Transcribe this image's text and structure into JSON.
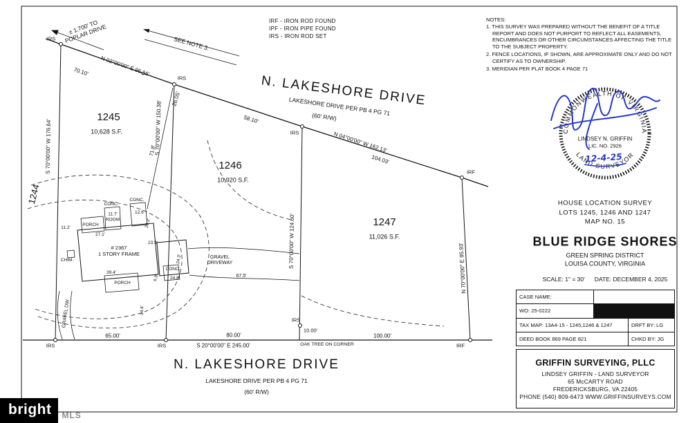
{
  "watermark": {
    "brand": "bright",
    "suffix": "MLS"
  },
  "legend": {
    "items": [
      "IRF - IRON ROD FOUND",
      "IPF - IRON PIPE FOUND",
      "IRS - IRON ROD SET"
    ]
  },
  "notes": {
    "heading": "NOTES:",
    "items": [
      "1. THIS SURVEY WAS PREPARED WITHOUT THE BENEFIT OF A TITLE REPORT AND DOES NOT PURPORT TO REFLECT ALL EASEMENTS, ENCUMBRANCES OR OTHER CIRCUMSTANCES AFFECTING THE TITLE TO THE SUBJECT PROPERTY.",
      "2. FENCE LOCATIONS, IF SHOWN, ARE APPROXIMATE ONLY AND DO NOT CERTIFY AS TO OWNERSHIP.",
      "3. MERIDIAN PER PLAT BOOK 4 PAGE 71"
    ]
  },
  "roads": {
    "top": {
      "title": "N. LAKESHORE DRIVE",
      "sub": "LAKESHORE DRIVE PER PB 4 PG 71",
      "rw": "(60' R/W)"
    },
    "bottom": {
      "title": "N. LAKESHORE DRIVE",
      "sub": "LAKESHORE DRIVE PER PB 4 PG 71",
      "rw": "(60' R/W)"
    },
    "to_poplar": "± 1,700' TO\nPOPLAR DRIVE",
    "see_note": "SEE NOTE 3."
  },
  "bearings": {
    "road_ne": "N 02°00'00\" E  96.16'",
    "road_ne_d1": "70.10'",
    "road_ne_d2": "26.05'",
    "road_nw": "N 04°00'00\" W  162.13'",
    "road_nw_d1": "58.10'",
    "road_nw_d2": "104.03'",
    "west_line": "S 70°00'00\" W  176.64'",
    "lot_line_1245_1246": "S 70°00'00\" W  150.38'",
    "lot_line_1246_1247": "S 70°00'00\" W  124.60'",
    "east_line": "N 70°00'00\" E  95.93'",
    "south_line": "S 20°00'00\" E  245.00'",
    "south_d1": "65.00'",
    "south_d2": "80.00'",
    "south_d3": "100.00'",
    "oak_offset": "10.00'",
    "house_tie": "71.8'"
  },
  "markers": {
    "irs": "IRS",
    "irf": "IRF",
    "oak": "OAK TREE ON CORNER"
  },
  "lots": {
    "l1245": {
      "id": "1245",
      "area": "10,628 S.F."
    },
    "l1246": {
      "id": "1246",
      "area": "10,920 S.F."
    },
    "l1247": {
      "id": "1247",
      "area": "11,026 S.F."
    },
    "adjacent": "1244"
  },
  "house": {
    "id": "# 2367\n1 STORY FRAME",
    "porch": "PORCH",
    "conc": "CONC.",
    "chim": "CHIM.",
    "room": "11.7'\nROOM",
    "dims": {
      "w_offset": "11.2'",
      "front": "27.1'",
      "d12_6": "12.6'",
      "d20_2": "20.2'",
      "d23_9": "23.9'",
      "d24_3": "24.3'",
      "d24_8": "24.8'",
      "d6_9": "6.9'",
      "rear": "39.4'",
      "side": "34.4'",
      "drive": "67.5'"
    }
  },
  "site": {
    "gravel_driveway": "GRAVEL\nDRIVEWAY",
    "gravel_dw": "GRAVEL DW"
  },
  "seal": {
    "ring_top": "COMMONWEALTH OF VIRGINIA",
    "ring_bottom": "LAND SURVEYOR",
    "name": "LINDSEY N. GRIFFIN",
    "lic": "LIC. NO. 2926",
    "date": "12-4-25"
  },
  "title_block": {
    "line1": "HOUSE LOCATION SURVEY",
    "line2": "LOTS 1245, 1246 AND 1247",
    "line3": "MAP NO. 15",
    "name": "BLUE RIDGE SHORES",
    "district": "GREEN SPRING DISTRICT",
    "county": "LOUISA COUNTY, VIRGINIA",
    "scale": "SCALE: 1\" = 30'",
    "date": "DATE: DECEMBER 4, 2025"
  },
  "info_table": {
    "case_name": "CASE NAME:",
    "wo": "WO: 25-0222",
    "tax_map": "TAX MAP: 13A4-15 - 1245,1246 & 1247",
    "drft": "DRFT BY: LG",
    "deed": "DEED BOOK 869 PAGE 821",
    "chkd": "CHKD BY: JG"
  },
  "firm": {
    "name": "GRIFFIN SURVEYING, PLLC",
    "surveyor": "LINDSEY GRIFFIN - LAND SURVEYOR",
    "address1": "65 McCARTY ROAD",
    "address2": "FREDERICKSBURG, VA 22405",
    "phone": "PHONE (540) 809-6473  WWW.GRIFFINSURVEYS.COM"
  },
  "colors": {
    "ink": "#111111",
    "signature_blue": "#2637c8"
  }
}
